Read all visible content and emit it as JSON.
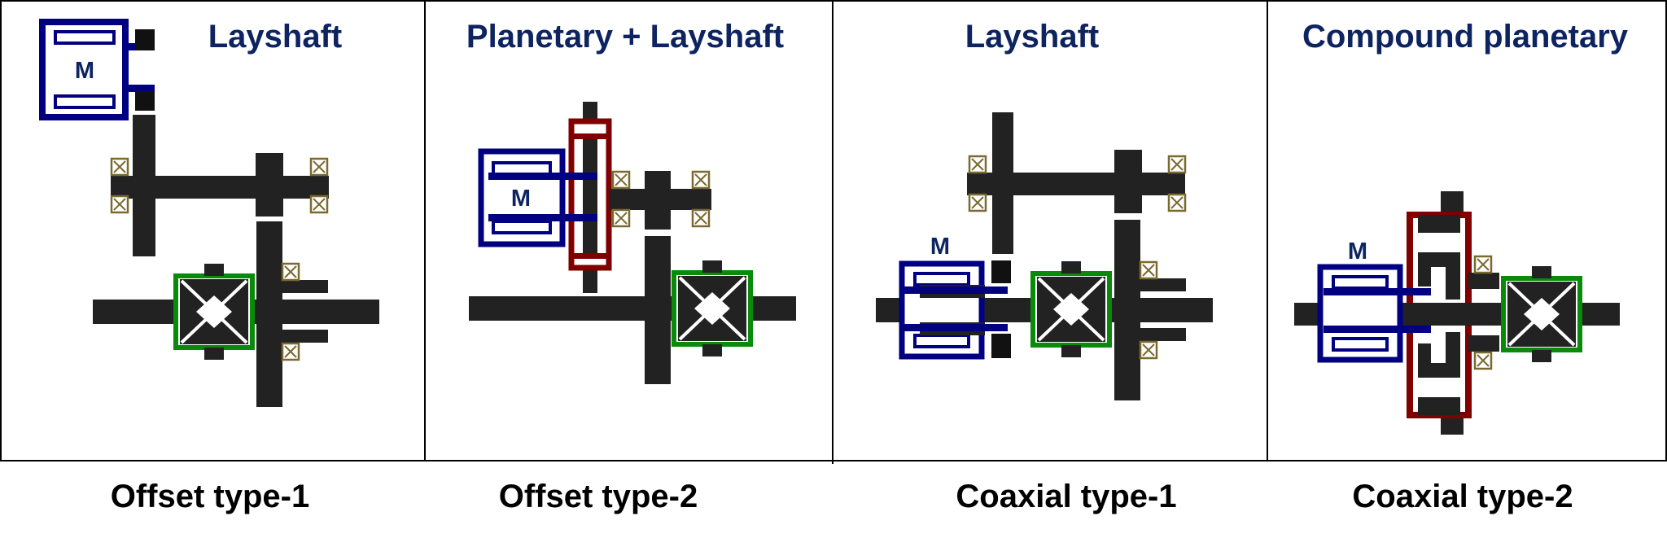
{
  "colors": {
    "shaft": "#222222",
    "motor": "#000080",
    "carrier": "#800000",
    "differential": "#0a8a0a",
    "bearing": "#7a6a30",
    "title": "#0d2461",
    "caption": "#000000"
  },
  "panels": [
    {
      "title": "Layshaft",
      "caption": "Offset type-1",
      "motor_label": "M"
    },
    {
      "title": "Planetary + Layshaft",
      "caption": "Offset type-2",
      "motor_label": "M"
    },
    {
      "title": "Layshaft",
      "caption": "Coaxial type-1",
      "motor_label": "M"
    },
    {
      "title": "Compound planetary",
      "caption": "Coaxial type-2",
      "motor_label": "M"
    }
  ]
}
